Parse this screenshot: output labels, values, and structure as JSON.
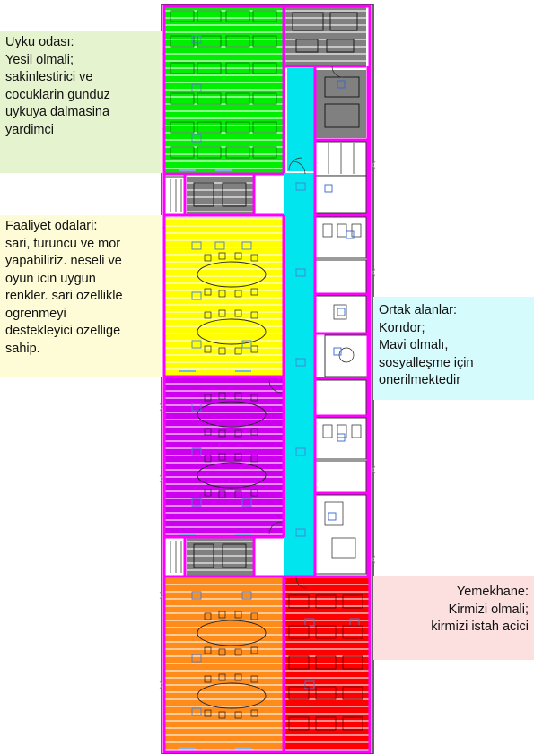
{
  "annotations": {
    "sleep_room": {
      "lines": [
        "Uyku odası:",
        "Yesil olmali;",
        "sakinlestirici ve",
        "cocuklarin gunduz",
        "uykuya dalmasina",
        "yardimci"
      ],
      "color": "#00ee00"
    },
    "activity_rooms": {
      "lines": [
        "Faaliyet odalari:",
        "sari, turuncu ve mor",
        "yapabiliriz. neseli ve",
        "oyun icin uygun",
        "renkler. sari ozellikle",
        "ogrenmeyi",
        "destekleyici ozellige",
        "sahip."
      ],
      "colors": [
        "#ffff00",
        "#ff8c1a",
        "#cc00ee"
      ]
    },
    "common_areas": {
      "lines": [
        "Ortak alanlar:",
        "Korıdor;",
        "Mavi olmalı,",
        "sosyalleşme için",
        "onerilmektedir"
      ],
      "color": "#00e5ee"
    },
    "dining_hall": {
      "lines": [
        "Yemekhane:",
        "Kirmizi olmali;",
        "kirmizi istah acici"
      ],
      "color": "#ff0000"
    }
  },
  "palette": {
    "wall": "#ff00ff",
    "service_gray": "#808080",
    "outline": "#333333"
  }
}
